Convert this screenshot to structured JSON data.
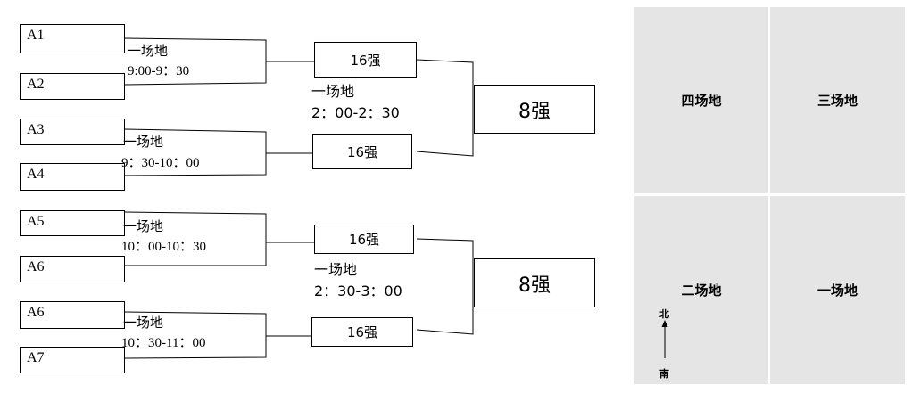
{
  "teams": [
    "A1",
    "A2",
    "A3",
    "A4",
    "A5",
    "A6",
    "A6",
    "A7"
  ],
  "matches": [
    {
      "venue": "一场地",
      "time": "9:00-9：30"
    },
    {
      "venue": "一场地",
      "time": "9：30-10：00"
    },
    {
      "venue": "一场地",
      "time": "10：00-10：30"
    },
    {
      "venue": "一场地",
      "time": "10：30-11：00"
    }
  ],
  "round16_label": "16强",
  "round16_matches": [
    {
      "venue": "一场地",
      "time": "2：00-2：30"
    },
    {
      "venue": "一场地",
      "time": "2：30-3：00"
    }
  ],
  "round8_label": "8强",
  "fields": {
    "top_left": "四场地",
    "top_right": "三场地",
    "bottom_left": "二场地",
    "bottom_right": "一场地"
  },
  "compass": {
    "north": "北",
    "south": "南"
  }
}
